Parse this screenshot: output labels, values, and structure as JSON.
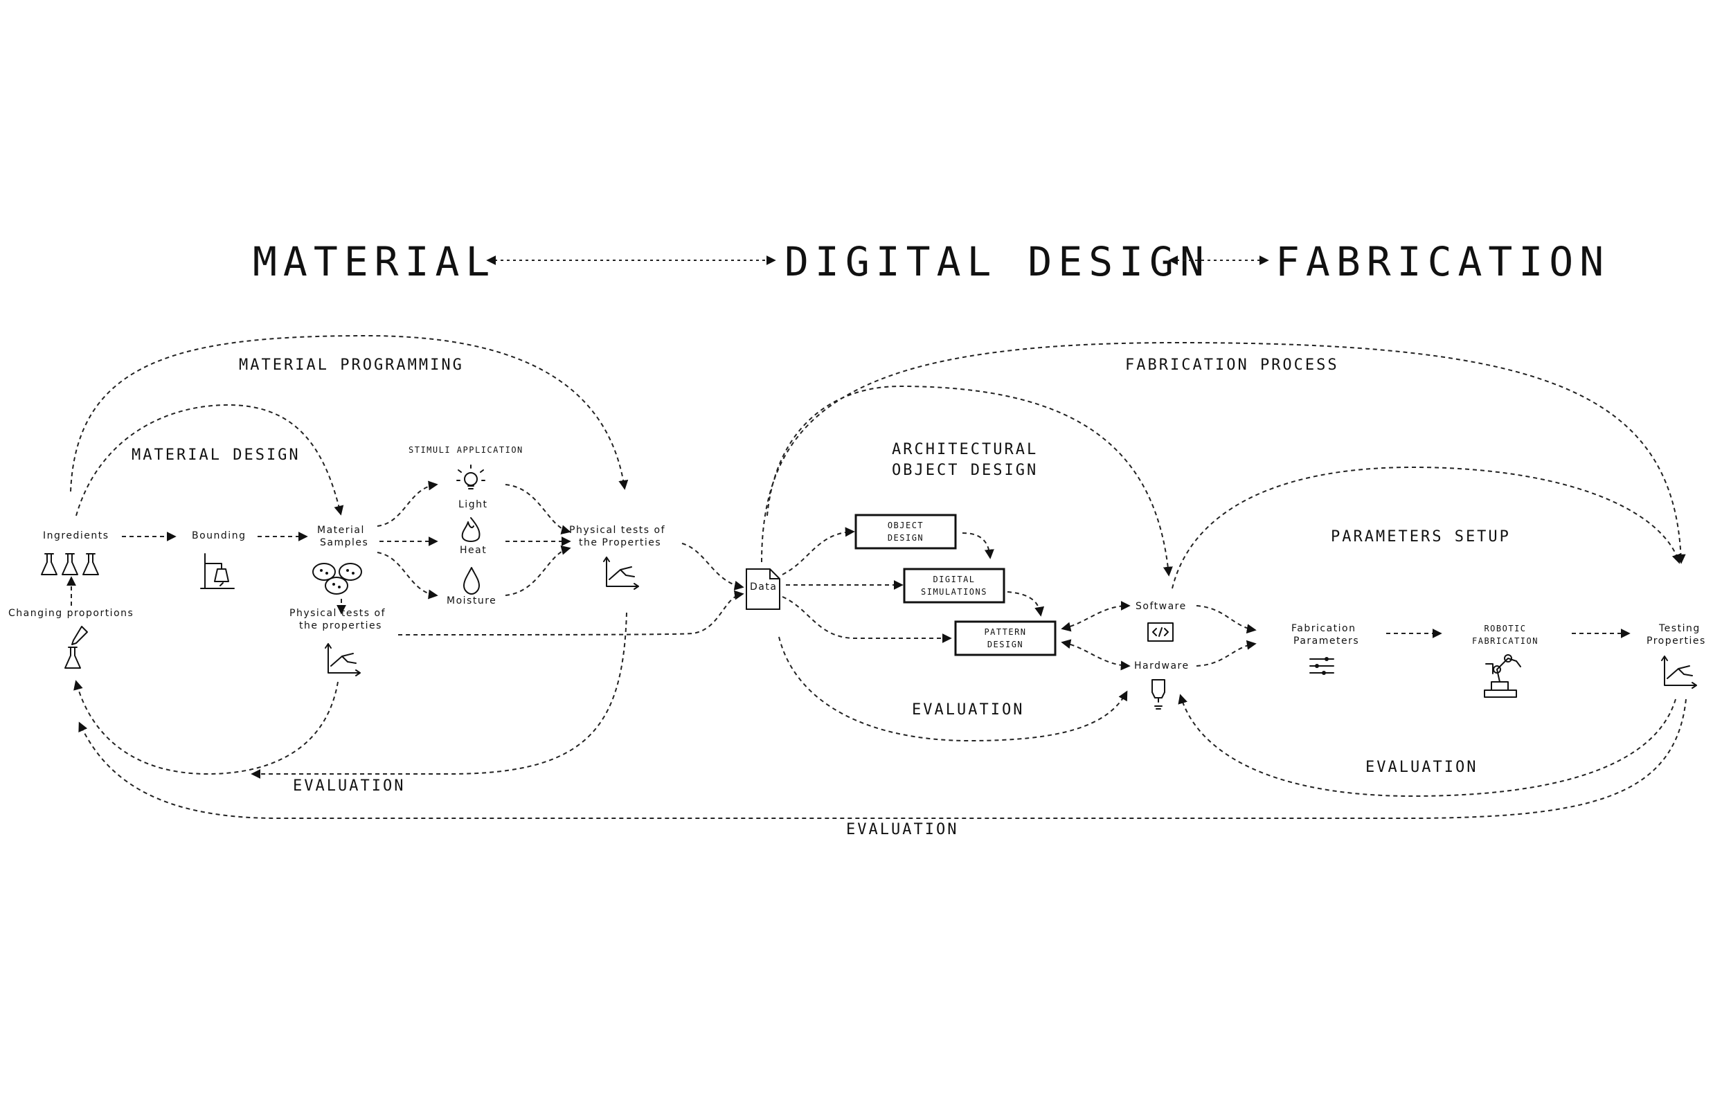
{
  "headers": {
    "material": "MATERIAL",
    "digital_design": "DIGITAL DESIGN",
    "fabrication": "FABRICATION"
  },
  "sections": {
    "material_programming": "MATERIAL PROGRAMMING",
    "material_design": "MATERIAL DESIGN",
    "stimuli_application": "STIMULI  APPLICATION",
    "fabrication_process": "FABRICATION PROCESS",
    "architectural_object_design": [
      "ARCHITECTURAL",
      "OBJECT DESIGN"
    ],
    "parameters_setup": "PARAMETERS SETUP"
  },
  "nodes": {
    "ingredients": "Ingredients",
    "changing_proportions": "Changing proportions",
    "bounding": "Bounding",
    "material_samples": [
      "Material",
      "Samples"
    ],
    "physical_tests_lower": [
      "Physical tests of",
      "the properties"
    ],
    "light": "Light",
    "heat": "Heat",
    "moisture": "Moisture",
    "physical_tests_upper": [
      "Physical tests of",
      "the Properties"
    ],
    "data": "Data",
    "object_design": [
      "OBJECT",
      "DESIGN"
    ],
    "digital_simulations": [
      "DIGITAL",
      "SIMULATIONS"
    ],
    "pattern_design": [
      "PATTERN",
      "DESIGN"
    ],
    "software": "Software",
    "hardware": "Hardware",
    "fabrication_parameters": [
      "Fabrication",
      "Parameters"
    ],
    "robotic_fabrication": [
      "ROBOTIC",
      "FABRICATION"
    ],
    "testing_properties": [
      "Testing",
      "Properties"
    ]
  },
  "evaluations": {
    "material_loop": "EVALUATION",
    "design_loop": "EVALUATION",
    "fabrication_loop": "EVALUATION",
    "global_loop": "EVALUATION"
  },
  "icons": {
    "ingredients": "flask-icon",
    "bounding": "lab-stand-icon",
    "samples": "petri-dish-icon",
    "tests": "graph-icon",
    "light": "lightbulb-icon",
    "heat": "flame-icon",
    "moisture": "drop-icon",
    "data": "document-icon",
    "software": "code-icon",
    "hardware": "nozzle-icon",
    "parameters": "sliders-icon",
    "robot": "robot-arm-icon",
    "pipette": "pipette-icon"
  }
}
